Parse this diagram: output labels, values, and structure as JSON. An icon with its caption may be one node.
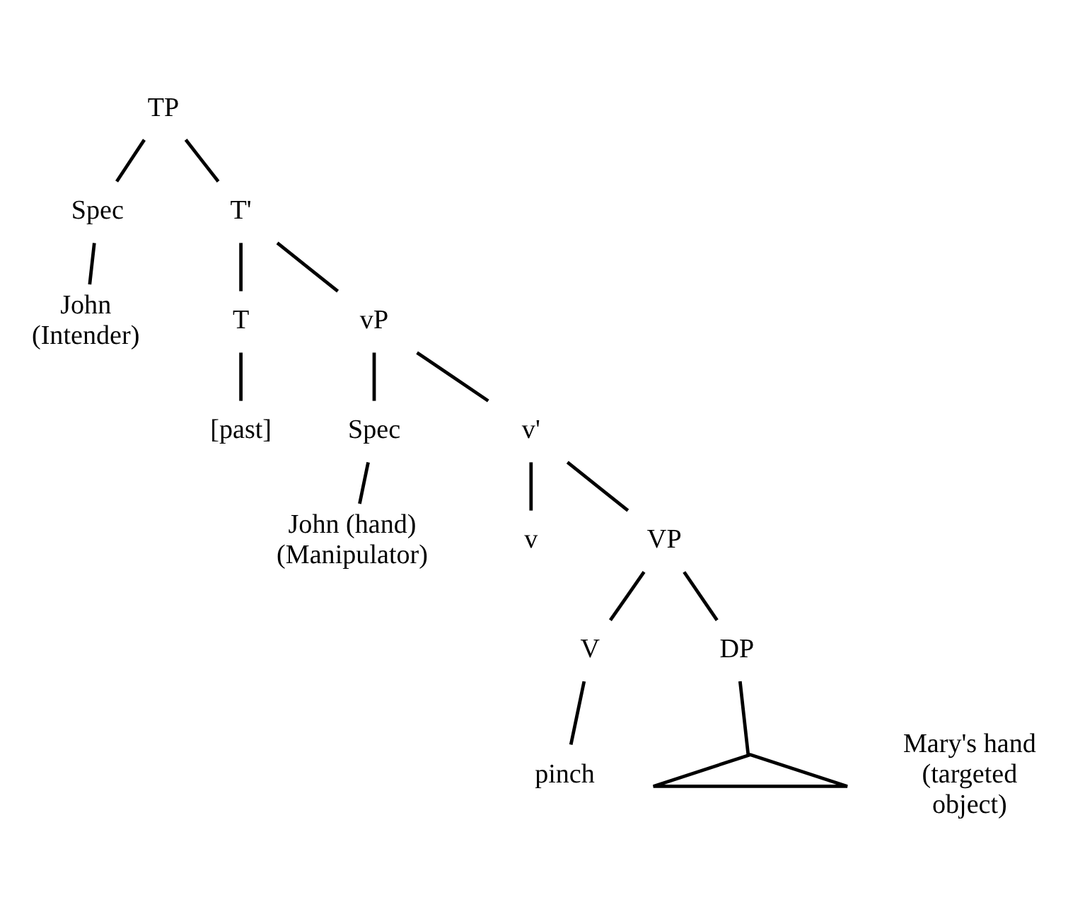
{
  "diagram": {
    "nodes": [
      {
        "text": [
          "TP"
        ]
      },
      {
        "text": [
          "Spec"
        ]
      },
      {
        "text": [
          "T'"
        ]
      },
      {
        "text": [
          "John (Intender)"
        ]
      },
      {
        "text": [
          "T"
        ]
      },
      {
        "text": [
          "vP"
        ]
      },
      {
        "text": [
          "[past]"
        ]
      },
      {
        "text": [
          "Spec"
        ]
      },
      {
        "text": [
          "v'"
        ]
      },
      {
        "text": [
          "John (hand) (Manipulator)"
        ]
      },
      {
        "text": [
          "v"
        ]
      },
      {
        "text": [
          "VP"
        ]
      },
      {
        "text": [
          "V"
        ]
      },
      {
        "text": [
          "DP"
        ]
      },
      {
        "text": [],
        "shape": "triangle"
      },
      {
        "text": [
          "pinch"
        ]
      },
      {
        "text": [
          "Mary's hand (targeted object)"
        ]
      }
    ],
    "edges": [
      {
        "from": 0,
        "to": 1,
        "arrow": "none"
      },
      {
        "from": 0,
        "to": 2,
        "arrow": "none"
      },
      {
        "from": 1,
        "to": 3,
        "arrow": "none"
      },
      {
        "from": 2,
        "to": 4,
        "arrow": "none"
      },
      {
        "from": 2,
        "to": 5,
        "arrow": "none"
      },
      {
        "from": 4,
        "to": 6,
        "arrow": "none"
      },
      {
        "from": 5,
        "to": 7,
        "arrow": "none"
      },
      {
        "from": 5,
        "to": 8,
        "arrow": "none"
      },
      {
        "from": 7,
        "to": 9,
        "arrow": "none"
      },
      {
        "from": 8,
        "to": 10,
        "arrow": "none"
      },
      {
        "from": 8,
        "to": 11,
        "arrow": "none"
      },
      {
        "from": 11,
        "to": 12,
        "arrow": "none"
      },
      {
        "from": 11,
        "to": 13,
        "arrow": "none"
      },
      {
        "from": 12,
        "to": 15,
        "arrow": "none"
      },
      {
        "from": 13,
        "to": 14,
        "arrow": "none"
      }
    ]
  }
}
